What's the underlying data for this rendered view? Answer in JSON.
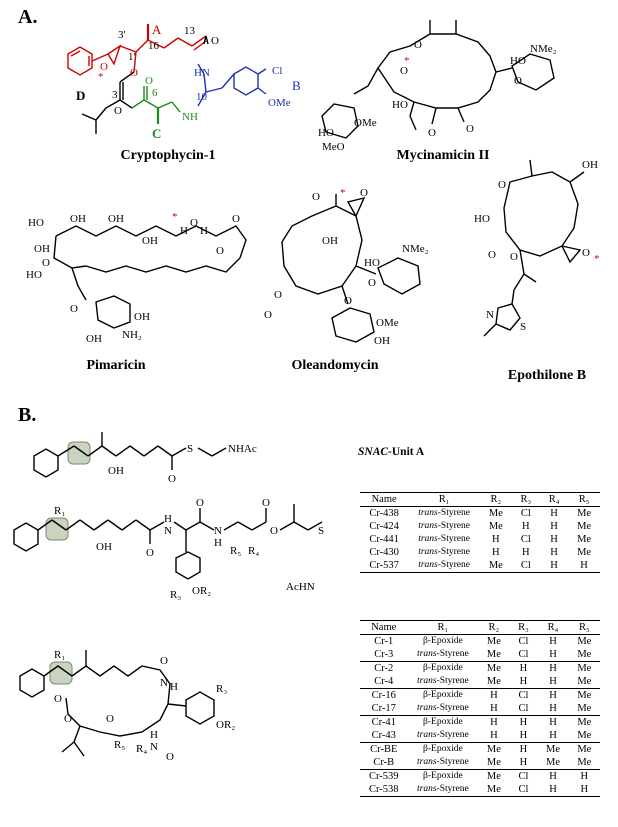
{
  "sections": {
    "a_label": "A.",
    "b_label": "B."
  },
  "compounds": {
    "cryptophycin": "Cryptophycin-1",
    "mycinamicin": "Mycinamicin II",
    "pimaricin": "Pimaricin",
    "oleandomycin": "Oleandomycin",
    "epothilone": "Epothilone B"
  },
  "crypto_labels": {
    "unit_a": "A",
    "unit_b": "B",
    "unit_c": "C",
    "unit_d": "D",
    "n13": "13",
    "n16": "16",
    "n3p": "3'",
    "n1p": "1'",
    "n3": "3",
    "n6": "6",
    "n10": "10",
    "hn": "HN",
    "nh": "NH",
    "cl": "Cl",
    "ome": "OMe",
    "o": "O",
    "star": "*"
  },
  "chem_labels": {
    "nme2": "NMe₂",
    "ho": "HO",
    "oh": "OH",
    "ome": "OMe",
    "meo": "MeO",
    "o": "O",
    "nh2": "NH₂",
    "n": "N",
    "s": "S",
    "nhac": "NHAc",
    "achn": "AcHN",
    "h": "H",
    "r1": "R₁",
    "r2": "R₂",
    "r3": "R₃",
    "r4": "R₄",
    "r5": "R₅",
    "or2": "OR₂",
    "star": "*"
  },
  "snac": {
    "prefix": "SNAC",
    "suffix": "-Unit A"
  },
  "table1": {
    "headers": [
      "Name",
      "R₁",
      "R₂",
      "R₃",
      "R₄",
      "R₅"
    ],
    "rows": [
      [
        "Cr-438",
        "trans-Styrene",
        "Me",
        "Cl",
        "H",
        "Me"
      ],
      [
        "Cr-424",
        "trans-Styrene",
        "Me",
        "H",
        "H",
        "Me"
      ],
      [
        "Cr-441",
        "trans-Styrene",
        "H",
        "Cl",
        "H",
        "Me"
      ],
      [
        "Cr-430",
        "trans-Styrene",
        "H",
        "H",
        "H",
        "Me"
      ],
      [
        "Cr-537",
        "trans-Styrene",
        "Me",
        "Cl",
        "H",
        "H"
      ]
    ]
  },
  "table2": {
    "headers": [
      "Name",
      "R₁",
      "R₂",
      "R₃",
      "R₄",
      "R₅"
    ],
    "rows": [
      [
        "Cr-1",
        "β-Epoxide",
        "Me",
        "Cl",
        "H",
        "Me"
      ],
      [
        "Cr-3",
        "trans-Styrene",
        "Me",
        "Cl",
        "H",
        "Me"
      ],
      [
        "Cr-2",
        "β-Epoxide",
        "Me",
        "H",
        "H",
        "Me"
      ],
      [
        "Cr-4",
        "trans-Styrene",
        "Me",
        "H",
        "H",
        "Me"
      ],
      [
        "Cr-16",
        "β-Epoxide",
        "H",
        "Cl",
        "H",
        "Me"
      ],
      [
        "Cr-17",
        "trans-Styrene",
        "H",
        "Cl",
        "H",
        "Me"
      ],
      [
        "Cr-41",
        "β-Epoxide",
        "H",
        "H",
        "H",
        "Me"
      ],
      [
        "Cr-43",
        "trans-Styrene",
        "H",
        "H",
        "H",
        "Me"
      ],
      [
        "Cr-BE",
        "β-Epoxide",
        "Me",
        "H",
        "Me",
        "Me"
      ],
      [
        "Cr-B",
        "trans-Styrene",
        "Me",
        "H",
        "Me",
        "Me"
      ],
      [
        "Cr-539",
        "β-Epoxide",
        "Me",
        "Cl",
        "H",
        "H"
      ],
      [
        "Cr-538",
        "trans-Styrene",
        "Me",
        "Cl",
        "H",
        "H"
      ]
    ]
  }
}
